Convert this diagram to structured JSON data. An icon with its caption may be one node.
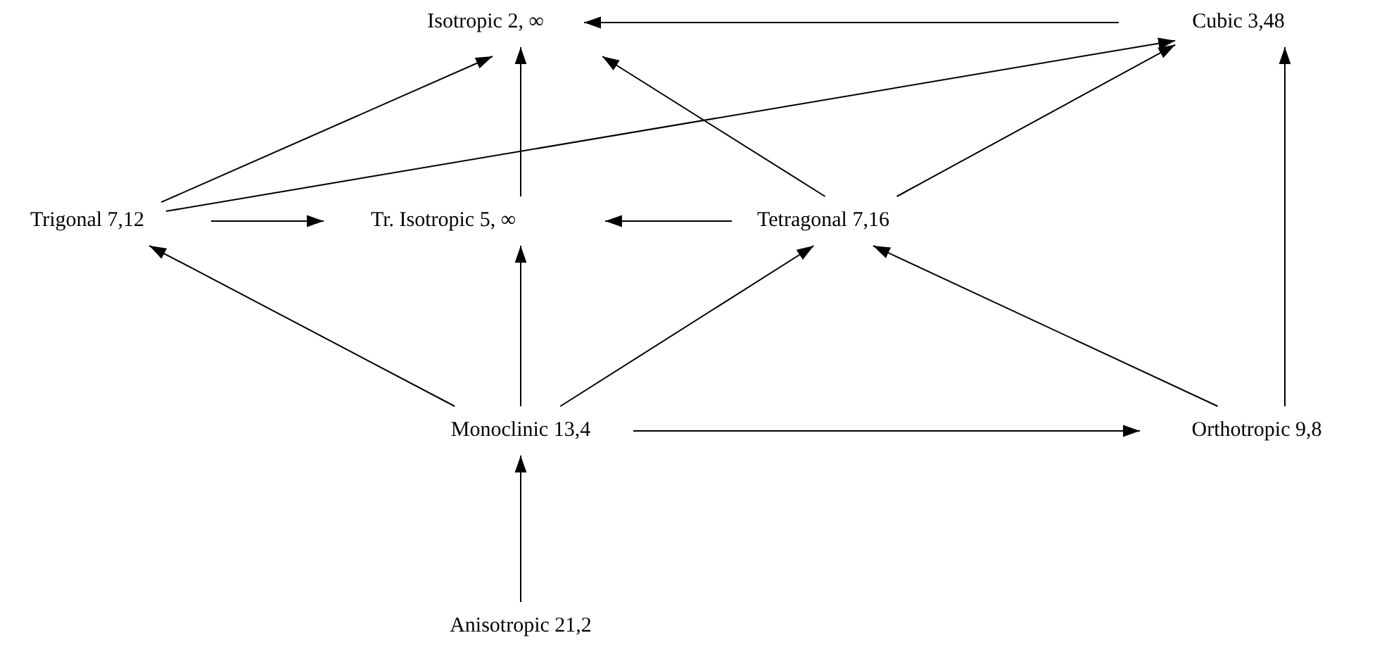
{
  "diagram": {
    "nodes": [
      {
        "text": [
          "Isotropic 2,  ∞"
        ]
      },
      {
        "text": [
          "Cubic 3,48"
        ]
      },
      {
        "text": [
          "Trigonal 7,12"
        ]
      },
      {
        "text": [
          "Tr. Isotropic 5, ∞"
        ]
      },
      {
        "text": [
          "Tetragonal 7,16"
        ]
      },
      {
        "text": [
          "Monoclinic 13,4"
        ]
      },
      {
        "text": [
          "Orthotropic 9,8"
        ]
      },
      {
        "text": [
          "Anisotropic 21,2"
        ]
      }
    ],
    "edges": [
      {
        "from": 1,
        "to": 0,
        "arrow": "to"
      },
      {
        "from": 2,
        "to": 0,
        "arrow": "to"
      },
      {
        "from": 2,
        "to": 1,
        "arrow": "to"
      },
      {
        "from": 3,
        "to": 0,
        "arrow": "to"
      },
      {
        "from": 4,
        "to": 0,
        "arrow": "to"
      },
      {
        "from": 4,
        "to": 1,
        "arrow": "to"
      },
      {
        "from": 2,
        "to": 3,
        "arrow": "to"
      },
      {
        "from": 4,
        "to": 3,
        "arrow": "to"
      },
      {
        "from": 5,
        "to": 2,
        "arrow": "to"
      },
      {
        "from": 5,
        "to": 3,
        "arrow": "to"
      },
      {
        "from": 5,
        "to": 4,
        "arrow": "to"
      },
      {
        "from": 6,
        "to": 4,
        "arrow": "to"
      },
      {
        "from": 6,
        "to": 1,
        "arrow": "to"
      },
      {
        "from": 5,
        "to": 6,
        "arrow": "to"
      },
      {
        "from": 7,
        "to": 5,
        "arrow": "to"
      }
    ]
  }
}
